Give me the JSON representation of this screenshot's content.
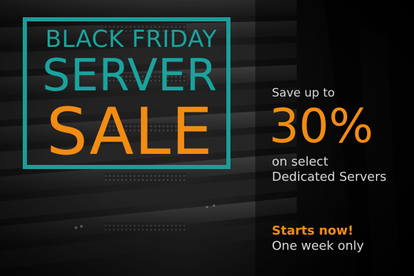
{
  "banner": {
    "headline": {
      "line1": "BLACK FRIDAY",
      "line2": "SERVER",
      "line3": "SALE"
    },
    "offer": {
      "intro": "Save up to",
      "amount": "30%",
      "detail_line1": "on select",
      "detail_line2": "Dedicated Servers"
    },
    "timing": {
      "start": "Starts now!",
      "duration": "One week only"
    }
  },
  "colors": {
    "teal": "#1aa39e",
    "orange": "#f28c12",
    "light_text": "#d9d9d9",
    "background": "#0b0b0b"
  }
}
